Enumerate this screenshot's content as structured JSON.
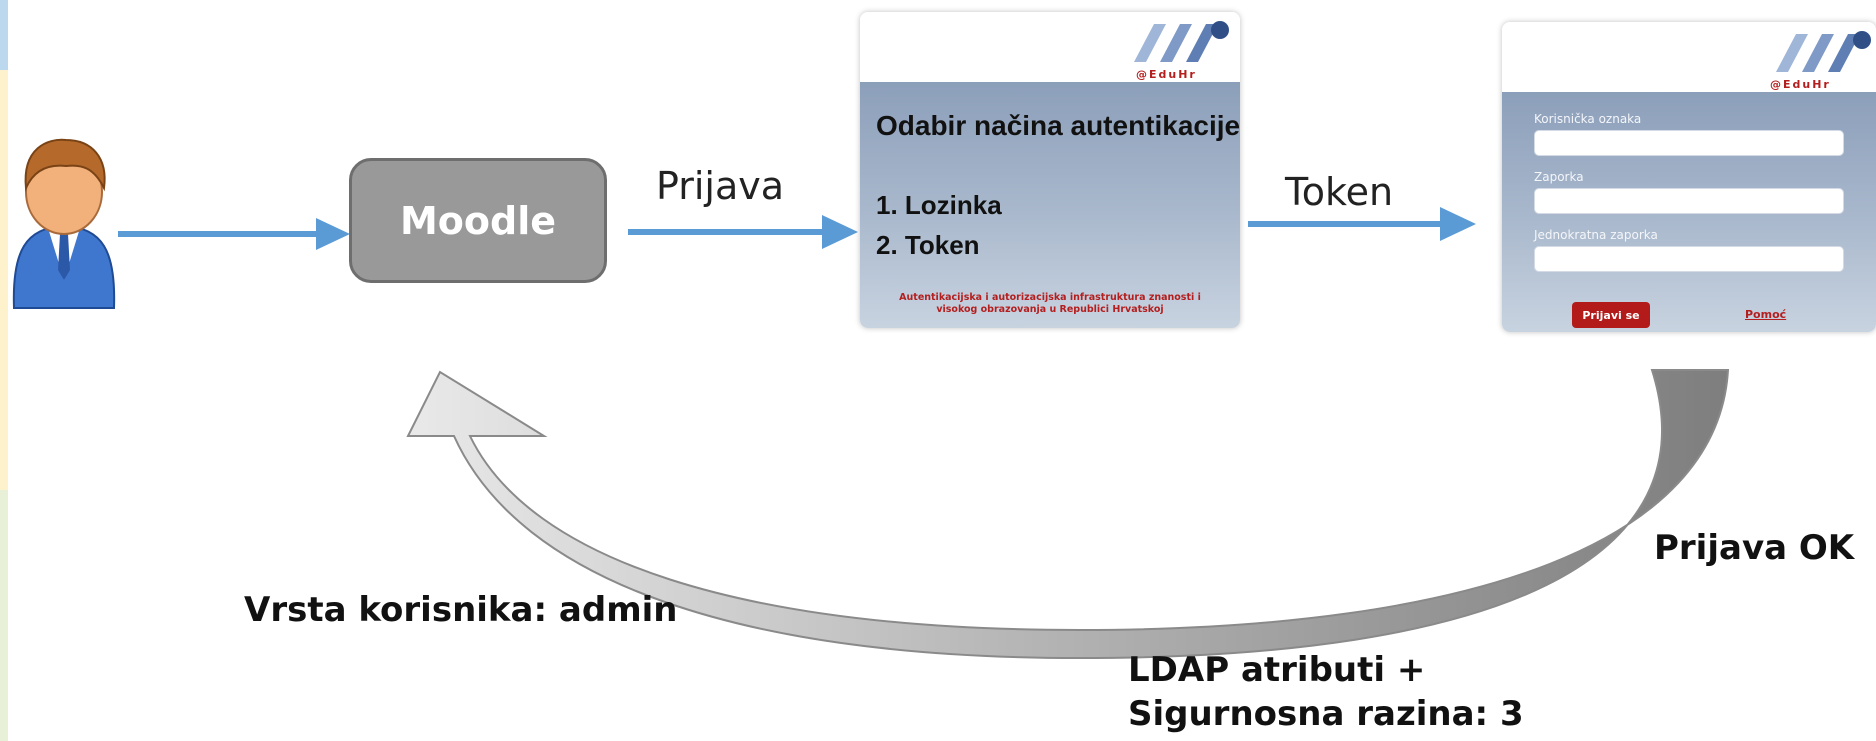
{
  "moodle": {
    "label": "Moodle"
  },
  "edges": {
    "login": "Prijava",
    "token": "Token"
  },
  "auth_choice": {
    "logo_text": "@EduHr",
    "title": "Odabir načina autentikacije:",
    "options": [
      "1. Lozinka",
      "2. Token"
    ],
    "footer_line1": "Autentikacijska i autorizacijska infrastruktura znanosti i",
    "footer_line2": "visokog obrazovanja u Republici Hrvatskoj"
  },
  "login_form": {
    "logo_text": "@EduHr",
    "username_label": "Korisnička oznaka",
    "password_label": "Zaporka",
    "otp_label": "Jednokratna zaporka",
    "submit_label": "Prijavi se",
    "help_label": "Pomoć"
  },
  "return_flow": {
    "login_ok": "Prijava OK",
    "ldap_line1": "LDAP atributi +",
    "ldap_line2": "Sigurnosna razina: 3",
    "user_type": "Vrsta korisnika: admin"
  },
  "colors": {
    "arrow_blue": "#5b9bd5",
    "box_gray": "#999999",
    "accent_red": "#b41e1e"
  }
}
